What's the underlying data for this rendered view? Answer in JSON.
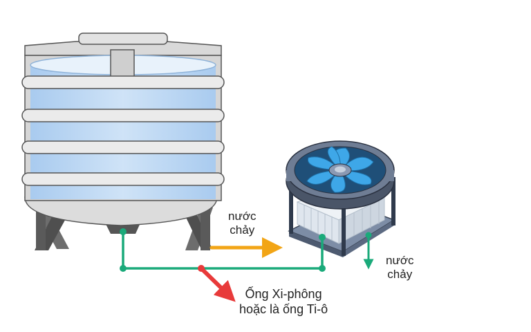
{
  "labels": {
    "flow_left_line1": "nước",
    "flow_left_line2": "chảy",
    "flow_right_line1": "nước",
    "flow_right_line2": "chảy",
    "pipe_line1": "Ống Xi-phông",
    "pipe_line2": "hoặc là ống Ti-ô"
  },
  "colors": {
    "pipe": "#1aaa7a",
    "flow_arrow": "#f2a516",
    "pointer_arrow": "#e83a3a",
    "water": "#bcd8f4",
    "tank_gray": "#d4d4d4",
    "fan_blue": "#3ea7e8"
  }
}
